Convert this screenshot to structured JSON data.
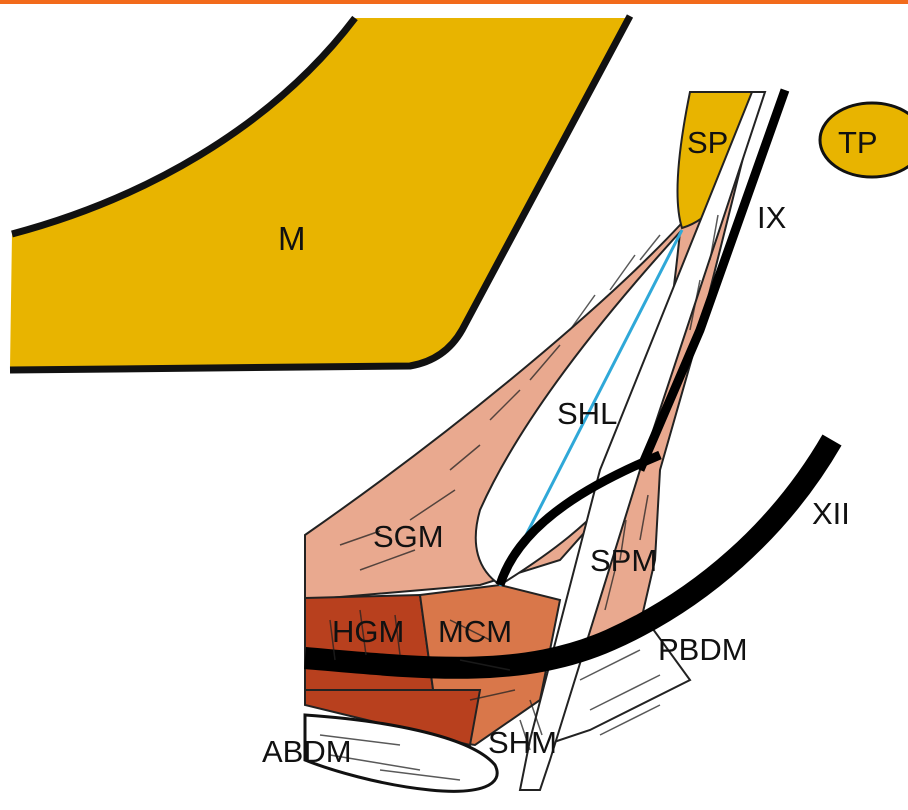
{
  "labels": {
    "mandible": "M",
    "styloid_process": "SP",
    "transverse_process": "TP",
    "glossopharyngeal_nerve": "IX",
    "hypoglossal_nerve": "XII",
    "stylohyoid_ligament": "SHL",
    "styloglossus_muscle": "SGM",
    "stylopharyngeus_muscle": "SPM",
    "hyoglossus_muscle": "HGM",
    "middle_constrictor_muscle": "MCM",
    "posterior_belly_digastric": "PBDM",
    "anterior_belly_digastric": "ABDM",
    "stylohyoid_muscle": "SHM"
  },
  "colors": {
    "bone": "#E8B400",
    "muscle_light": "#E9A98F",
    "muscle_mid": "#D9774A",
    "muscle_dark": "#B8401E",
    "nerve": "#000000",
    "ligament": "#2FA8D8",
    "top_border": "#F26A1B"
  }
}
